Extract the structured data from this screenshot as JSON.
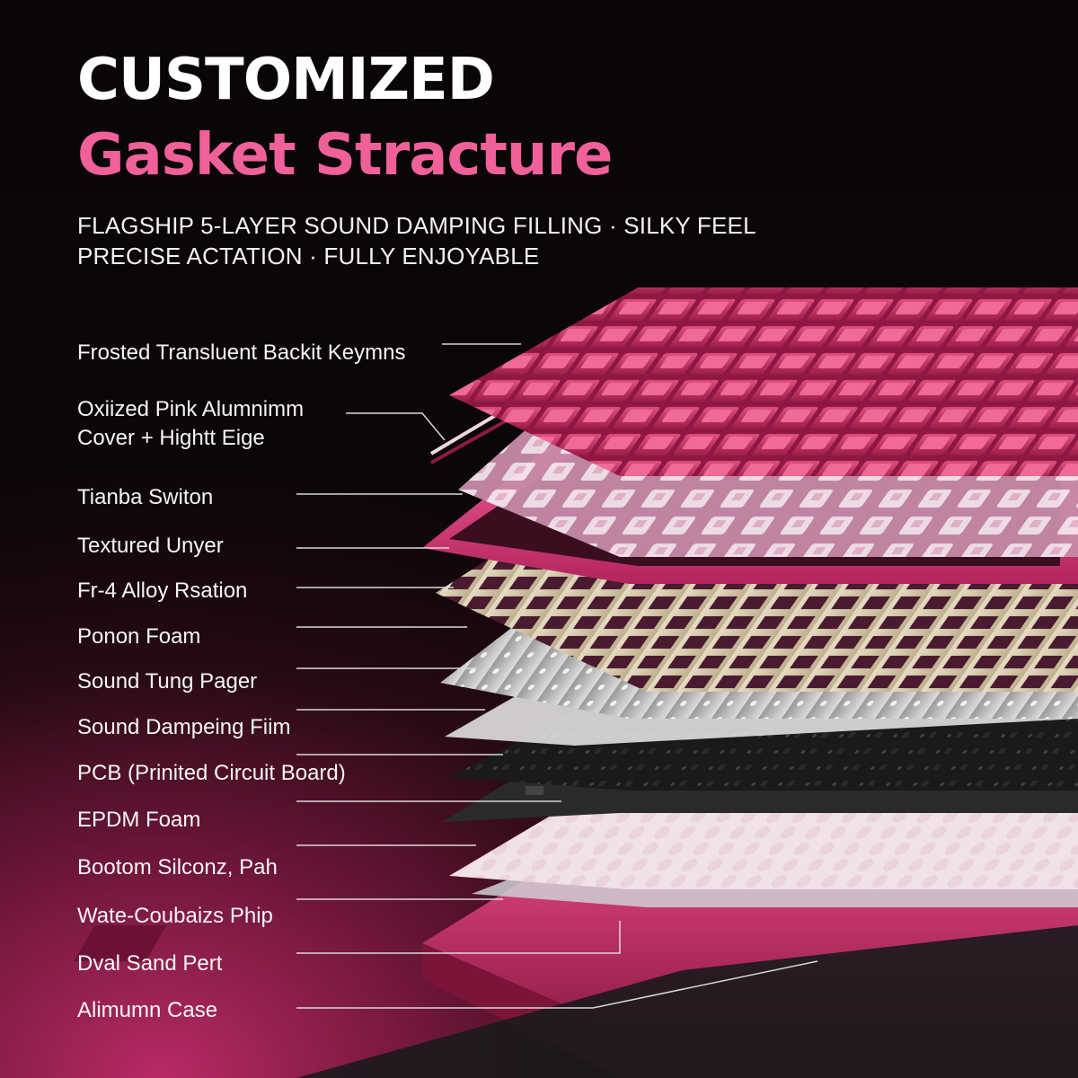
{
  "header": {
    "title_line1": "CUSTOMIZED",
    "title_line2": "Gasket Stracture",
    "subtitle_line1": "FLAGSHIP 5-LAYER SOUND DAMPING FILLING ·  SILKY FEEL",
    "subtitle_line2": "PRECISE ACTATION · FULLY ENJOYABLE"
  },
  "colors": {
    "accent_pink": "#f0609a",
    "keycap_pink": "#c9285e",
    "aluminum_pink": "#d83a78",
    "switch_white": "#f4dfe8",
    "plate_gold": "#d8ccb0",
    "pcb_black": "#151515"
  },
  "layers": [
    {
      "label": "Frosted Transluent Backit Keymns"
    },
    {
      "label": "Oxiized Pink Alumnimm\nCover + Hightt Eige"
    },
    {
      "label": "Tianba Switon"
    },
    {
      "label": "Textured Unyer"
    },
    {
      "label": "Fr-4 Alloy Rsation"
    },
    {
      "label": "Ponon Foam"
    },
    {
      "label": "Sound Tung Pager"
    },
    {
      "label": "Sound Dampeing Fiim"
    },
    {
      "label": "PCB (Prinited Circuit Board)"
    },
    {
      "label": "EPDM Foam"
    },
    {
      "label": "Bootom Silconz, Pah"
    },
    {
      "label": "Wate-Coubaizs Phip"
    },
    {
      "label": "Dval Sand Pert"
    },
    {
      "label": "Alimumn Case"
    }
  ]
}
